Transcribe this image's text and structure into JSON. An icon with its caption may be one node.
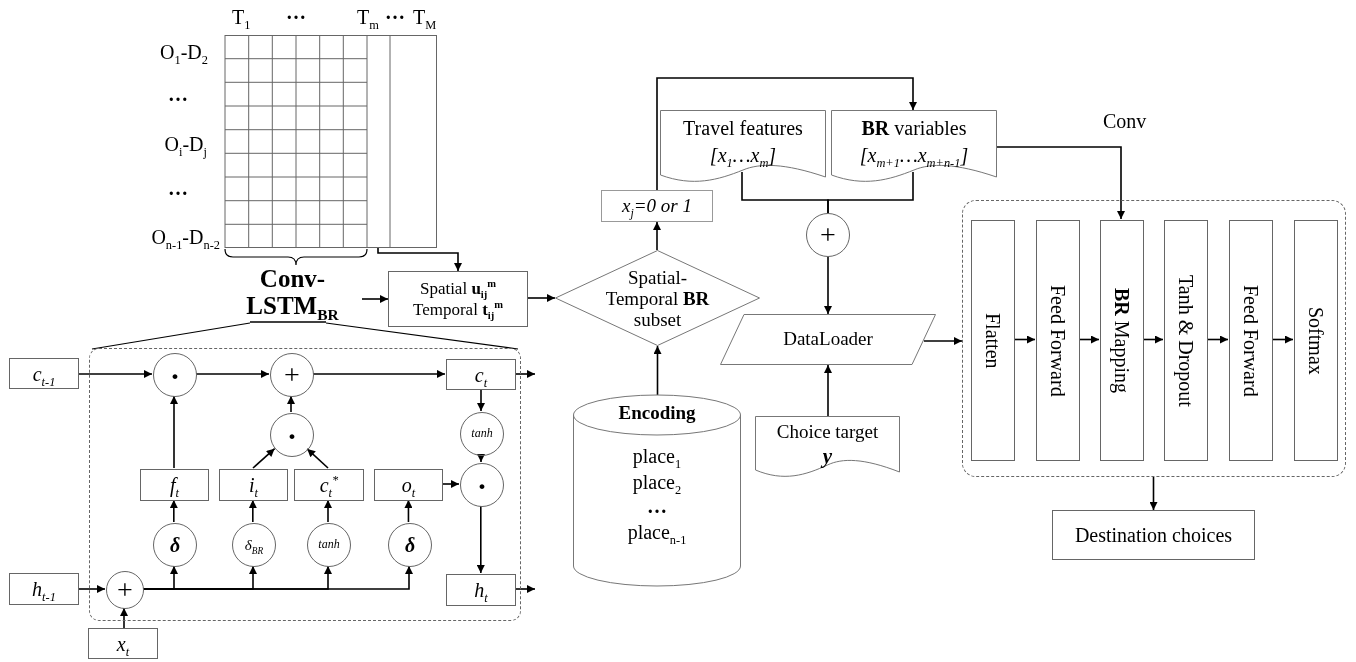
{
  "diagram": {
    "nodes": [
      {
        "text": [],
        "shape": "grid",
        "beside": [
          "T$_{1}$",
          "…",
          "T$_{m}$",
          "…",
          "T$_{M}$",
          "O$_{1}$-D$_{2}$",
          "…",
          "O$_{i}$-D$_{j}$",
          "…",
          "O$_{n-1}$-D$_{n-2}$"
        ]
      },
      {
        "text": [
          "Conv- LSTM$_{BR}$"
        ]
      },
      {
        "text": [
          "Spatial **u**$_{ij}$$^{m}$ Temporal **t**$_{ij}$$^{m}$"
        ]
      },
      {
        "text": [
          "c$_{t-1}$"
        ]
      },
      {
        "text": [
          "·"
        ],
        "in": 1
      },
      {
        "text": [
          "+"
        ],
        "in": 1
      },
      {
        "text": [
          "c$_{t}$"
        ],
        "in": 1
      },
      {
        "text": [
          "·"
        ],
        "in": 1
      },
      {
        "text": [
          "tanh"
        ],
        "in": 1
      },
      {
        "text": [
          "f$_{t}$"
        ],
        "in": 1
      },
      {
        "text": [
          "i$_{t}$"
        ],
        "in": 1
      },
      {
        "text": [
          "c$_{t}$$^{*}$"
        ],
        "in": 1
      },
      {
        "text": [
          "o$_{t}$"
        ],
        "in": 1
      },
      {
        "text": [
          "·"
        ],
        "in": 1
      },
      {
        "text": [
          "δ"
        ],
        "in": 1
      },
      {
        "text": [
          "δ$_{BR}$"
        ],
        "in": 1
      },
      {
        "text": [
          "tanh"
        ],
        "in": 1
      },
      {
        "text": [
          "δ"
        ],
        "in": 1
      },
      {
        "text": [
          "h$_{t-1}$"
        ]
      },
      {
        "text": [
          "+"
        ],
        "in": 1
      },
      {
        "text": [
          "h$_{t}$"
        ],
        "in": 1
      },
      {
        "text": [
          "x$_{t}$"
        ]
      },
      {
        "text": [
          "Travel features",
          "[x$_{1}$…x$_{m}$]"
        ]
      },
      {
        "text": [
          "**BR** variables",
          "[x$_{m+1}$…x$_{m+n-1}$]"
        ]
      },
      {
        "text": [
          "x$_{j}$=0 or 1"
        ]
      },
      {
        "text": [
          "+"
        ]
      },
      {
        "text": [
          "Spatial- Temporal **BR** subset"
        ]
      },
      {
        "text": [
          "DataLoader"
        ]
      },
      {
        "text": [],
        "shape": "box"
      },
      {
        "text": [
          "Flatten"
        ],
        "in": 28
      },
      {
        "text": [
          "Feed Forward"
        ],
        "in": 28
      },
      {
        "text": [
          "**BR** Mapping"
        ],
        "in": 28
      },
      {
        "text": [
          "Tanh & Dropout"
        ],
        "in": 28
      },
      {
        "text": [
          "Feed Forward"
        ],
        "in": 28
      },
      {
        "text": [
          "Softmax"
        ],
        "in": 28
      },
      {
        "text": [
          "Encoding",
          "place$_{1}$",
          "place$_{2}$",
          "…",
          "place$_{n-1}$"
        ]
      },
      {
        "text": [
          "Choice target",
          "y"
        ]
      },
      {
        "text": [
          "Destination choices"
        ]
      }
    ],
    "edges": [
      {
        "from": 0,
        "to": 2,
        "arrow": "to"
      },
      {
        "from": 1,
        "to": 2,
        "arrow": "to"
      },
      {
        "from": 2,
        "to": 26,
        "arrow": "to"
      },
      {
        "from": 3,
        "to": 4,
        "arrow": "to"
      },
      {
        "from": 4,
        "to": 5,
        "arrow": "to"
      },
      {
        "from": 5,
        "to": 6,
        "arrow": "to"
      },
      {
        "from": 6,
        "to": null,
        "arrow": "to"
      },
      {
        "from": 6,
        "to": 8,
        "arrow": "to"
      },
      {
        "from": 8,
        "to": 13,
        "arrow": "to"
      },
      {
        "from": 12,
        "to": 13,
        "arrow": "to"
      },
      {
        "from": 13,
        "to": 20,
        "arrow": "to"
      },
      {
        "from": 20,
        "to": null,
        "arrow": "to"
      },
      {
        "from": 9,
        "to": 4,
        "arrow": "to"
      },
      {
        "from": 7,
        "to": 5,
        "arrow": "to"
      },
      {
        "from": 10,
        "to": 7,
        "arrow": "to"
      },
      {
        "from": 11,
        "to": 7,
        "arrow": "to"
      },
      {
        "from": 18,
        "to": 19,
        "arrow": "to"
      },
      {
        "from": 21,
        "to": 19,
        "arrow": "to"
      },
      {
        "from": 19,
        "to": 14,
        "arrow": "to"
      },
      {
        "from": 19,
        "to": 15,
        "arrow": "to"
      },
      {
        "from": 19,
        "to": 16,
        "arrow": "to"
      },
      {
        "from": 19,
        "to": 17,
        "arrow": "to"
      },
      {
        "from": 14,
        "to": 9,
        "arrow": "to"
      },
      {
        "from": 15,
        "to": 10,
        "arrow": "to"
      },
      {
        "from": 16,
        "to": 11,
        "arrow": "to"
      },
      {
        "from": 17,
        "to": 12,
        "arrow": "to"
      },
      {
        "from": 35,
        "to": 26,
        "arrow": "to"
      },
      {
        "from": 26,
        "to": 24,
        "arrow": "to"
      },
      {
        "from": 24,
        "to": 23,
        "arrow": "to"
      },
      {
        "from": 22,
        "to": 25,
        "arrow": "none"
      },
      {
        "from": 23,
        "to": 25,
        "arrow": "none"
      },
      {
        "from": 25,
        "to": 27,
        "arrow": "to"
      },
      {
        "from": 36,
        "to": 27,
        "arrow": "to"
      },
      {
        "from": 23,
        "to": 31,
        "arrow": "to",
        "label": "Conv"
      },
      {
        "from": 27,
        "to": 28,
        "arrow": "to"
      },
      {
        "from": 29,
        "to": 30,
        "arrow": "to"
      },
      {
        "from": 30,
        "to": 31,
        "arrow": "to"
      },
      {
        "from": 31,
        "to": 32,
        "arrow": "to"
      },
      {
        "from": 32,
        "to": 33,
        "arrow": "to"
      },
      {
        "from": 33,
        "to": 34,
        "arrow": "to"
      },
      {
        "from": 28,
        "to": 37,
        "arrow": "to"
      }
    ]
  }
}
